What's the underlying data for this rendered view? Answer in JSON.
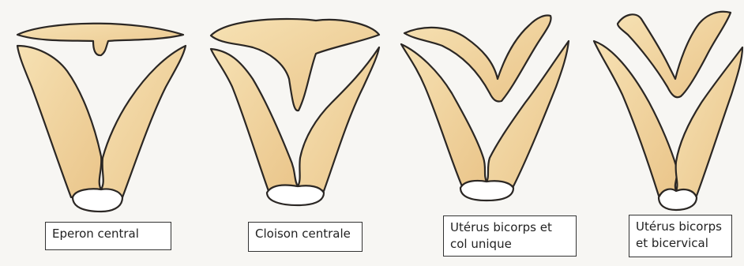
{
  "colors": {
    "background": "#f7f6f3",
    "tissue_fill": "#f3d9a4",
    "tissue_shade": "#e8bf7d",
    "cervix_fill": "#ffffff",
    "outline": "#2b2724"
  },
  "captions": [
    {
      "lines": [
        "Eperon central"
      ]
    },
    {
      "lines": [
        "Cloison centrale"
      ]
    },
    {
      "lines": [
        "Utérus bicorps et",
        "col unique"
      ]
    },
    {
      "lines": [
        "Utérus bicorps",
        "et bicervical"
      ]
    }
  ]
}
